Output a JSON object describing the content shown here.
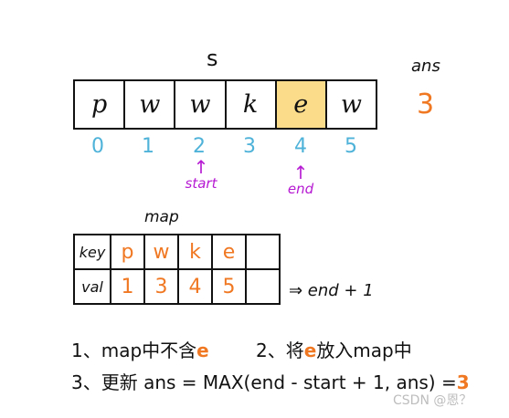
{
  "string_label": "s",
  "ans": {
    "label": "ans",
    "value": "3"
  },
  "string_cells": [
    {
      "char": "p",
      "highlight": false
    },
    {
      "char": "w",
      "highlight": false
    },
    {
      "char": "w",
      "highlight": false
    },
    {
      "char": "k",
      "highlight": false
    },
    {
      "char": "e",
      "highlight": true
    },
    {
      "char": "w",
      "highlight": false
    }
  ],
  "indices": [
    "0",
    "1",
    "2",
    "3",
    "4",
    "5"
  ],
  "pointers": {
    "start": {
      "label": "start",
      "index": 2
    },
    "end": {
      "label": "end",
      "index": 4
    }
  },
  "map": {
    "label": "map",
    "key_header": "key",
    "val_header": "val",
    "keys": [
      "p",
      "w",
      "k",
      "e",
      ""
    ],
    "vals": [
      "1",
      "3",
      "4",
      "5",
      ""
    ]
  },
  "arrow_note": "⇒ end + 1",
  "notes": {
    "step1_prefix": "1、map中不含",
    "step1_char": "e",
    "step2_prefix": "2、将",
    "step2_char": "e",
    "step2_suffix": "放入map中",
    "step3_prefix": "3、更新 ans = MAX(end - start + 1, ans) =",
    "step3_value": "3"
  },
  "watermark": "CSDN @恩？",
  "colors": {
    "highlight_fill": "#fbdc8a",
    "orange": "#f07823",
    "index_blue": "#4fb3d9",
    "pointer_purple": "#b61ad2"
  }
}
